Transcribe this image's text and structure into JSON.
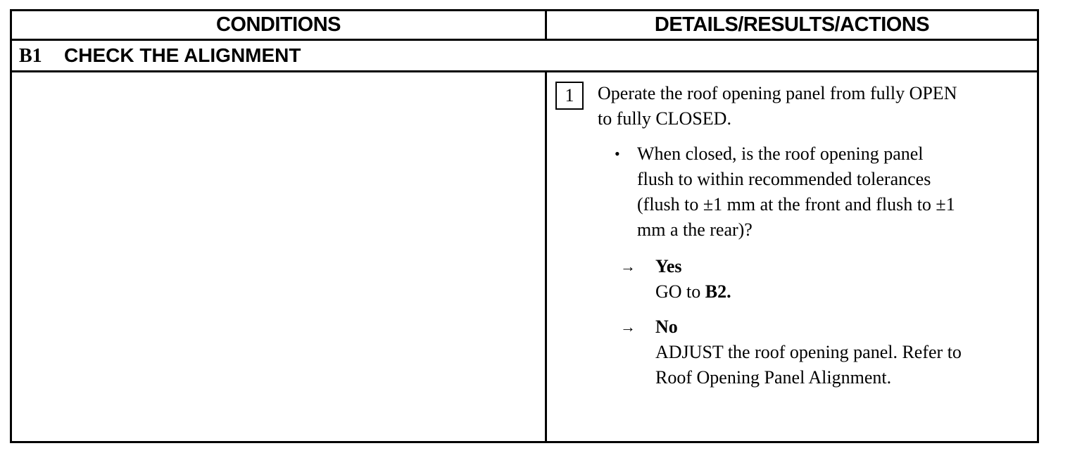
{
  "header": {
    "conditions": "CONDITIONS",
    "details": "DETAILS/RESULTS/ACTIONS"
  },
  "section": {
    "id": "B1",
    "title": "CHECK THE ALIGNMENT"
  },
  "step": {
    "number": "1",
    "line1": "Operate the roof opening panel from fully OPEN",
    "line2": "to fully CLOSED."
  },
  "question": {
    "bullet": "•",
    "line1": "When closed, is the roof opening panel",
    "line2": "flush to within recommended tolerances",
    "line3": "(flush to ±1 mm at the front and flush to ±1",
    "line4": "mm a the rear)?"
  },
  "yes": {
    "arrow": "→",
    "label": "Yes",
    "action_prefix": "GO to ",
    "action_target": "B2."
  },
  "no": {
    "arrow": "→",
    "label": "No",
    "line1": "ADJUST the roof opening panel. Refer to",
    "line2": "Roof Opening Panel Alignment."
  }
}
